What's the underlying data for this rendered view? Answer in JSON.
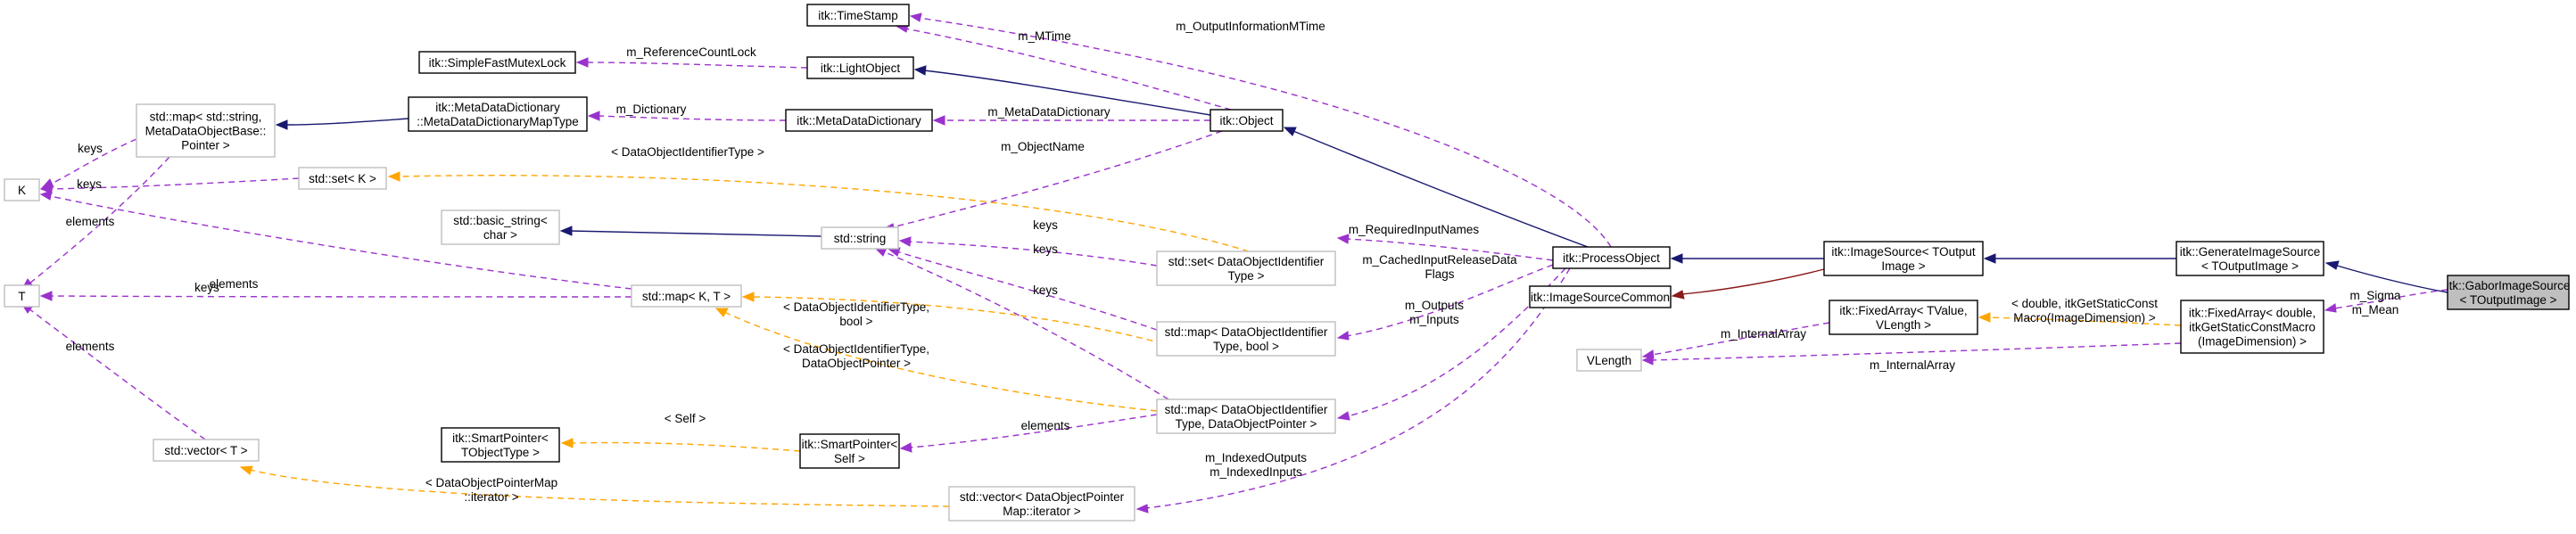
{
  "nodes": {
    "gabor": {
      "lines": [
        "itk::GaborImageSource",
        "< TOutputImage >"
      ]
    },
    "generate": {
      "lines": [
        "itk::GenerateImageSource",
        "< TOutputImage >"
      ]
    },
    "imagesource": {
      "lines": [
        "itk::ImageSource< TOutput",
        "Image >"
      ]
    },
    "imagesourcecommon": {
      "lines": [
        "itk::ImageSourceCommon"
      ]
    },
    "processobject": {
      "lines": [
        "itk::ProcessObject"
      ]
    },
    "object": {
      "lines": [
        "itk::Object"
      ]
    },
    "lightobject": {
      "lines": [
        "itk::LightObject"
      ]
    },
    "timestamp": {
      "lines": [
        "itk::TimeStamp"
      ]
    },
    "mutexlock": {
      "lines": [
        "itk::SimpleFastMutexLock"
      ]
    },
    "metadict": {
      "lines": [
        "itk::MetaDataDictionary"
      ]
    },
    "metadictmap": {
      "lines": [
        "itk::MetaDataDictionary",
        "::MetaDataDictionaryMapType"
      ]
    },
    "stdmap_string": {
      "lines": [
        "std::map< std::string,",
        "MetaDataObjectBase::",
        "Pointer >"
      ]
    },
    "K": {
      "lines": [
        "K"
      ]
    },
    "T": {
      "lines": [
        "T"
      ]
    },
    "stdset_K": {
      "lines": [
        "std::set< K >"
      ]
    },
    "basic_string": {
      "lines": [
        "std::basic_string<",
        "char >"
      ]
    },
    "stdstring": {
      "lines": [
        "std::string"
      ]
    },
    "stdmap_KT": {
      "lines": [
        "std::map< K, T >"
      ]
    },
    "stdvector_T": {
      "lines": [
        "std::vector< T >"
      ]
    },
    "smartptr_T": {
      "lines": [
        "itk::SmartPointer<",
        "TObjectType >"
      ]
    },
    "smartptr_self": {
      "lines": [
        "itk::SmartPointer<",
        "Self >"
      ]
    },
    "set_doid": {
      "lines": [
        "std::set< DataObjectIdentifier",
        "Type >"
      ]
    },
    "map_doid_bool": {
      "lines": [
        "std::map< DataObjectIdentifier",
        "Type, bool >"
      ]
    },
    "map_doid_ptr": {
      "lines": [
        "std::map< DataObjectIdentifier",
        "Type, DataObjectPointer >"
      ]
    },
    "vector_iter": {
      "lines": [
        "std::vector< DataObjectPointer",
        "Map::iterator >"
      ]
    },
    "fixedarray_tvalue": {
      "lines": [
        "itk::FixedArray< TValue,",
        "VLength >"
      ]
    },
    "vlength": {
      "lines": [
        "VLength"
      ]
    },
    "fixedarray_double": {
      "lines": [
        "itk::FixedArray< double,",
        "itkGetStaticConstMacro",
        "(ImageDimension) >"
      ]
    }
  },
  "edge_labels": {
    "m_sigma_mean": [
      "m_Sigma",
      "m_Mean"
    ],
    "double_macro": [
      "< double, itkGetStaticConst",
      "Macro(ImageDimension) >"
    ],
    "m_internalarray_1": [
      "m_InternalArray"
    ],
    "m_internalarray_2": [
      "m_InternalArray"
    ],
    "m_outputinformationmtime": [
      "m_OutputInformationMTime"
    ],
    "m_mtime": [
      "m_MTime"
    ],
    "m_referencecountlock": [
      "m_ReferenceCountLock"
    ],
    "m_dictionary": [
      "m_Dictionary"
    ],
    "m_metadatadictionary": [
      "m_MetaDataDictionary"
    ],
    "m_objectname": [
      "m_ObjectName"
    ],
    "keys_1": [
      "keys"
    ],
    "keys_2": [
      "keys"
    ],
    "elements_1": [
      "elements"
    ],
    "doid_type": [
      "< DataObjectIdentifierType >"
    ],
    "keys_3": [
      "keys"
    ],
    "keys_4": [
      "keys"
    ],
    "keys_5": [
      "keys"
    ],
    "keys_6": [
      "keys"
    ],
    "elements_2": [
      "elements"
    ],
    "elements_3": [
      "elements"
    ],
    "doid_bool": [
      "< DataObjectIdentifierType,",
      "bool >"
    ],
    "doid_ptr": [
      "< DataObjectIdentifierType,",
      "DataObjectPointer >"
    ],
    "m_requiredinputnames": [
      "m_RequiredInputNames"
    ],
    "m_cachedinputreleasedataflags": [
      "m_CachedInputReleaseData",
      "Flags"
    ],
    "m_outputs_inputs": [
      "m_Outputs",
      "m_Inputs"
    ],
    "m_indexed": [
      "m_IndexedOutputs",
      "m_IndexedInputs"
    ],
    "self": [
      "< Self >"
    ],
    "elements_4": [
      "elements"
    ],
    "doptrmap_iter": [
      "< DataObjectPointerMap",
      "::iterator >"
    ]
  },
  "colors": {
    "inheritance": "#191970",
    "usage": "#9a32cd",
    "template": "#ffa500",
    "private_inheritance": "#8b1a1a",
    "focus_fill": "#bfbfbf",
    "weak_border": "#bfbfbf"
  }
}
